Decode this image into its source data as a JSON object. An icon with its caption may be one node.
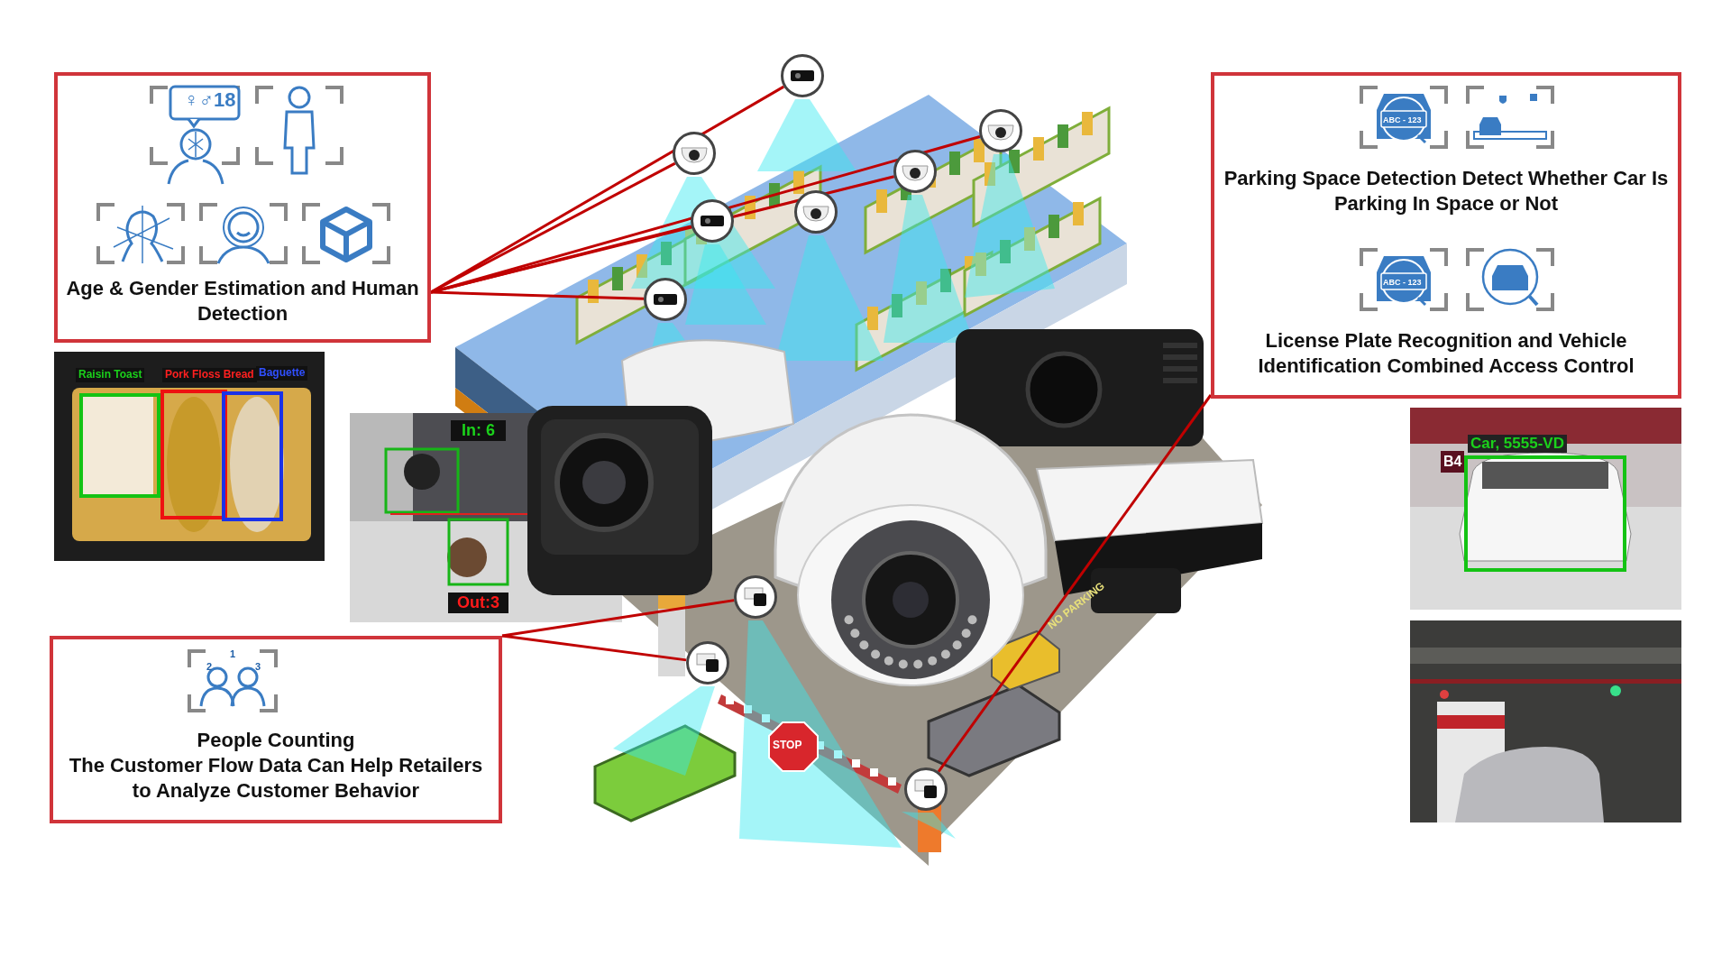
{
  "diagram": {
    "nodes": [
      {
        "text": [
          "Age & Gender Estimation and Human Detection"
        ]
      },
      {
        "text": [
          "Parking Space Detection Detect Whether Car Is Parking In Space or Not",
          "License Plate Recognition and Vehicle Identification Combined Access Control"
        ]
      },
      {
        "text": [
          "People Counting",
          "The Customer Flow Data Can Help Retailers to Analyze Customer Behavior"
        ]
      },
      {
        "text": [],
        "shape": "picture"
      },
      {
        "text": [],
        "shape": "picture"
      },
      {
        "text": [],
        "shape": "picture"
      },
      {
        "text": [],
        "shape": "picture"
      },
      {
        "text": [],
        "shape": "picture"
      },
      {
        "text": [],
        "shape": "picture"
      },
      {
        "text": [],
        "shape": "picture"
      },
      {
        "text": [],
        "shape": "picture"
      },
      {
        "text": [],
        "shape": "picture"
      },
      {
        "text": [],
        "shape": "picture"
      }
    ],
    "edges": [
      {
        "from": 0,
        "to": 3,
        "arrow": "none"
      },
      {
        "from": 0,
        "to": 5,
        "arrow": "none"
      },
      {
        "from": 0,
        "to": 8,
        "arrow": "none"
      },
      {
        "from": 0,
        "to": 4,
        "arrow": "none"
      },
      {
        "from": 0,
        "to": 6,
        "arrow": "none"
      },
      {
        "from": 0,
        "to": 9,
        "arrow": "none"
      },
      {
        "from": 2,
        "to": 10,
        "arrow": "none"
      },
      {
        "from": 2,
        "to": 11,
        "arrow": "none"
      },
      {
        "from": 1,
        "to": 12,
        "arrow": "none"
      }
    ],
    "labels": [
      "♀♂18",
      "ABC - 123",
      "ABC - 123",
      "Raisin Toast",
      "Pork Floss Bread",
      "Baguette",
      "In: 6",
      "Car, 5555-VD",
      "B4",
      "Out:3",
      "NO PARKING",
      "1",
      "2",
      "3",
      "STOP"
    ]
  }
}
